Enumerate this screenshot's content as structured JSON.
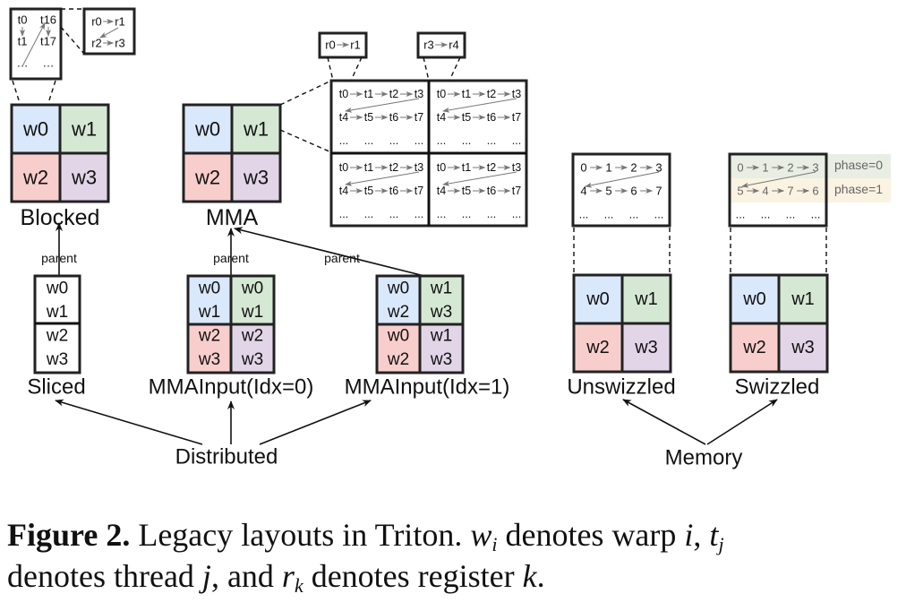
{
  "colors": {
    "w0": "#dae8fc",
    "w1": "#d5e8d4",
    "w2": "#f8cecc",
    "w3": "#e1d5e7",
    "phase0": "#e8eee4",
    "phase1": "#fbf3e2",
    "border": "#222222",
    "arrow_gray": "#777777"
  },
  "blocked": {
    "label": "Blocked",
    "cells": [
      "w0",
      "w1",
      "w2",
      "w3"
    ],
    "thread_zoom": {
      "col1": [
        "t0",
        "t1",
        "..."
      ],
      "col2": [
        "t16",
        "t17",
        "..."
      ]
    },
    "reg_zoom": {
      "row1": [
        "r0",
        "r1"
      ],
      "row2": [
        "r2",
        "r3"
      ]
    }
  },
  "mma": {
    "label": "MMA",
    "cells": [
      "w0",
      "w1",
      "w2",
      "w3"
    ],
    "reg_zoom_left": [
      "r0",
      "r1"
    ],
    "reg_zoom_right": [
      "r3",
      "r4"
    ],
    "thread_rows": [
      [
        "t0",
        "t1",
        "t2",
        "t3"
      ],
      [
        "t4",
        "t5",
        "t6",
        "t7"
      ],
      [
        "...",
        "...",
        "...",
        "..."
      ]
    ]
  },
  "sliced": {
    "label": "Sliced",
    "rows": [
      "w0",
      "w1",
      "w2",
      "w3"
    ]
  },
  "mma_input0": {
    "label": "MMAInput(Idx=0)",
    "cells": [
      [
        "w0",
        "w1"
      ],
      [
        "w0",
        "w1"
      ],
      [
        "w2",
        "w3"
      ],
      [
        "w2",
        "w3"
      ]
    ]
  },
  "mma_input1": {
    "label": "MMAInput(Idx=1)",
    "cells": [
      [
        "w0",
        "w2"
      ],
      [
        "w1",
        "w3"
      ],
      [
        "w0",
        "w2"
      ],
      [
        "w1",
        "w3"
      ]
    ]
  },
  "parent_label": "parent",
  "distributed_label": "Distributed",
  "memory_label": "Memory",
  "unswizzled": {
    "label": "Unswizzled",
    "cells": [
      "w0",
      "w1",
      "w2",
      "w3"
    ],
    "rows": [
      [
        "0",
        "1",
        "2",
        "3"
      ],
      [
        "4",
        "5",
        "6",
        "7"
      ],
      [
        "...",
        "...",
        "...",
        "..."
      ]
    ]
  },
  "swizzled": {
    "label": "Swizzled",
    "cells": [
      "w0",
      "w1",
      "w2",
      "w3"
    ],
    "rows": [
      [
        "0",
        "1",
        "2",
        "3"
      ],
      [
        "5",
        "4",
        "7",
        "6"
      ],
      [
        "...",
        "...",
        "...",
        "..."
      ]
    ],
    "phase_labels": [
      "phase=0",
      "phase=1"
    ]
  },
  "caption": {
    "figure_label": "Figure 2.",
    "text1": " Legacy layouts in Triton. ",
    "w": "w",
    "w_sub": "i",
    "text2": " denotes warp ",
    "i": "i",
    "text3": ", ",
    "t": "t",
    "t_sub": "j",
    "text4": "denotes thread ",
    "j": "j",
    "text5": ", and ",
    "r": "r",
    "r_sub": "k",
    "text6": " denotes register ",
    "k": "k",
    "text7": "."
  }
}
